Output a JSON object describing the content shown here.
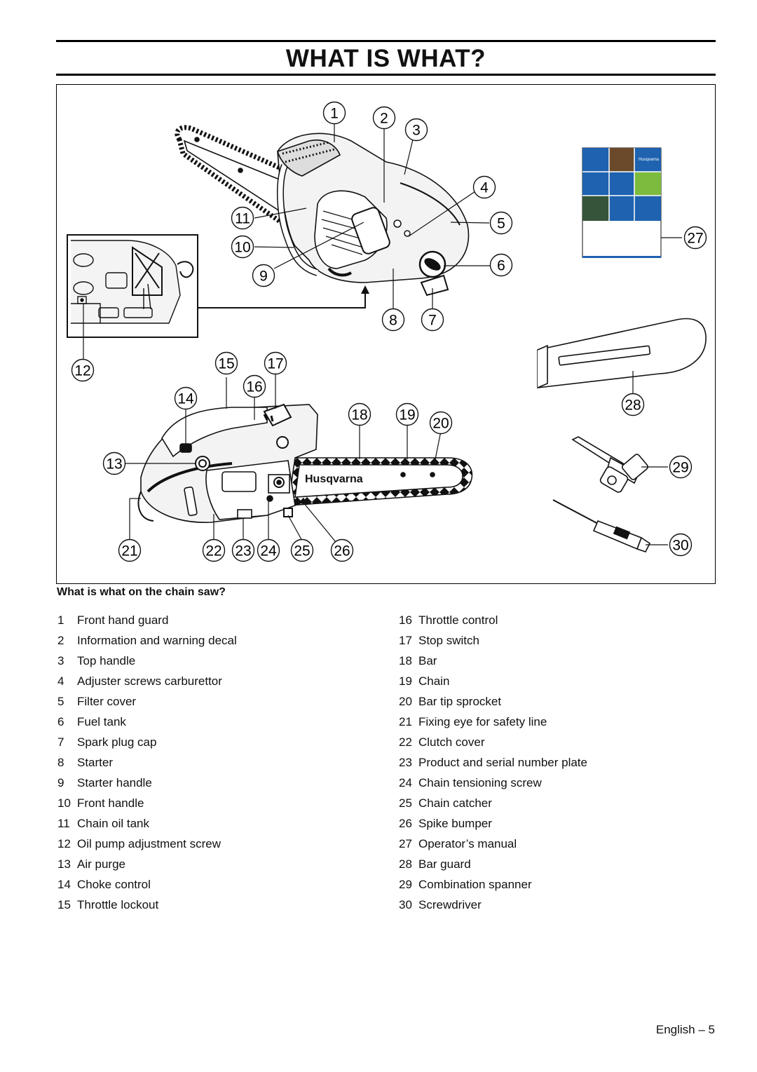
{
  "page": {
    "title": "WHAT IS WHAT?",
    "footer": "English – 5"
  },
  "figure": {
    "brand_logo_text": "Husqvarna",
    "manual_cover_brand": "Husqvarna",
    "callouts": [
      "1",
      "2",
      "3",
      "4",
      "5",
      "6",
      "7",
      "8",
      "9",
      "10",
      "11",
      "12",
      "13",
      "14",
      "15",
      "16",
      "17",
      "18",
      "19",
      "20",
      "21",
      "22",
      "23",
      "24",
      "25",
      "26",
      "27",
      "28",
      "29",
      "30"
    ]
  },
  "parts_section": {
    "heading": "What is what on the chain saw?",
    "items_left": [
      {
        "num": "1",
        "label": "Front hand guard"
      },
      {
        "num": "2",
        "label": "Information and warning decal"
      },
      {
        "num": "3",
        "label": "Top handle"
      },
      {
        "num": "4",
        "label": "Adjuster screws carburettor"
      },
      {
        "num": "5",
        "label": "Filter cover"
      },
      {
        "num": "6",
        "label": "Fuel tank"
      },
      {
        "num": "7",
        "label": "Spark plug cap"
      },
      {
        "num": "8",
        "label": "Starter"
      },
      {
        "num": "9",
        "label": "Starter handle"
      },
      {
        "num": "10",
        "label": "Front handle"
      },
      {
        "num": "11",
        "label": "Chain oil tank"
      },
      {
        "num": "12",
        "label": "Oil pump adjustment screw"
      },
      {
        "num": "13",
        "label": "Air purge"
      },
      {
        "num": "14",
        "label": "Choke control"
      },
      {
        "num": "15",
        "label": "Throttle lockout"
      }
    ],
    "items_right": [
      {
        "num": "16",
        "label": "Throttle control"
      },
      {
        "num": "17",
        "label": "Stop switch"
      },
      {
        "num": "18",
        "label": "Bar"
      },
      {
        "num": "19",
        "label": "Chain"
      },
      {
        "num": "20",
        "label": "Bar tip sprocket"
      },
      {
        "num": "21",
        "label": "Fixing eye for safety line"
      },
      {
        "num": "22",
        "label": "Clutch cover"
      },
      {
        "num": "23",
        "label": "Product and serial number plate"
      },
      {
        "num": "24",
        "label": "Chain tensioning screw"
      },
      {
        "num": "25",
        "label": "Chain catcher"
      },
      {
        "num": "26",
        "label": "Spike bumper"
      },
      {
        "num": "27",
        "label": "Operator’s manual"
      },
      {
        "num": "28",
        "label": "Bar guard"
      },
      {
        "num": "29",
        "label": "Combination spanner"
      },
      {
        "num": "30",
        "label": "Screwdriver"
      }
    ]
  }
}
